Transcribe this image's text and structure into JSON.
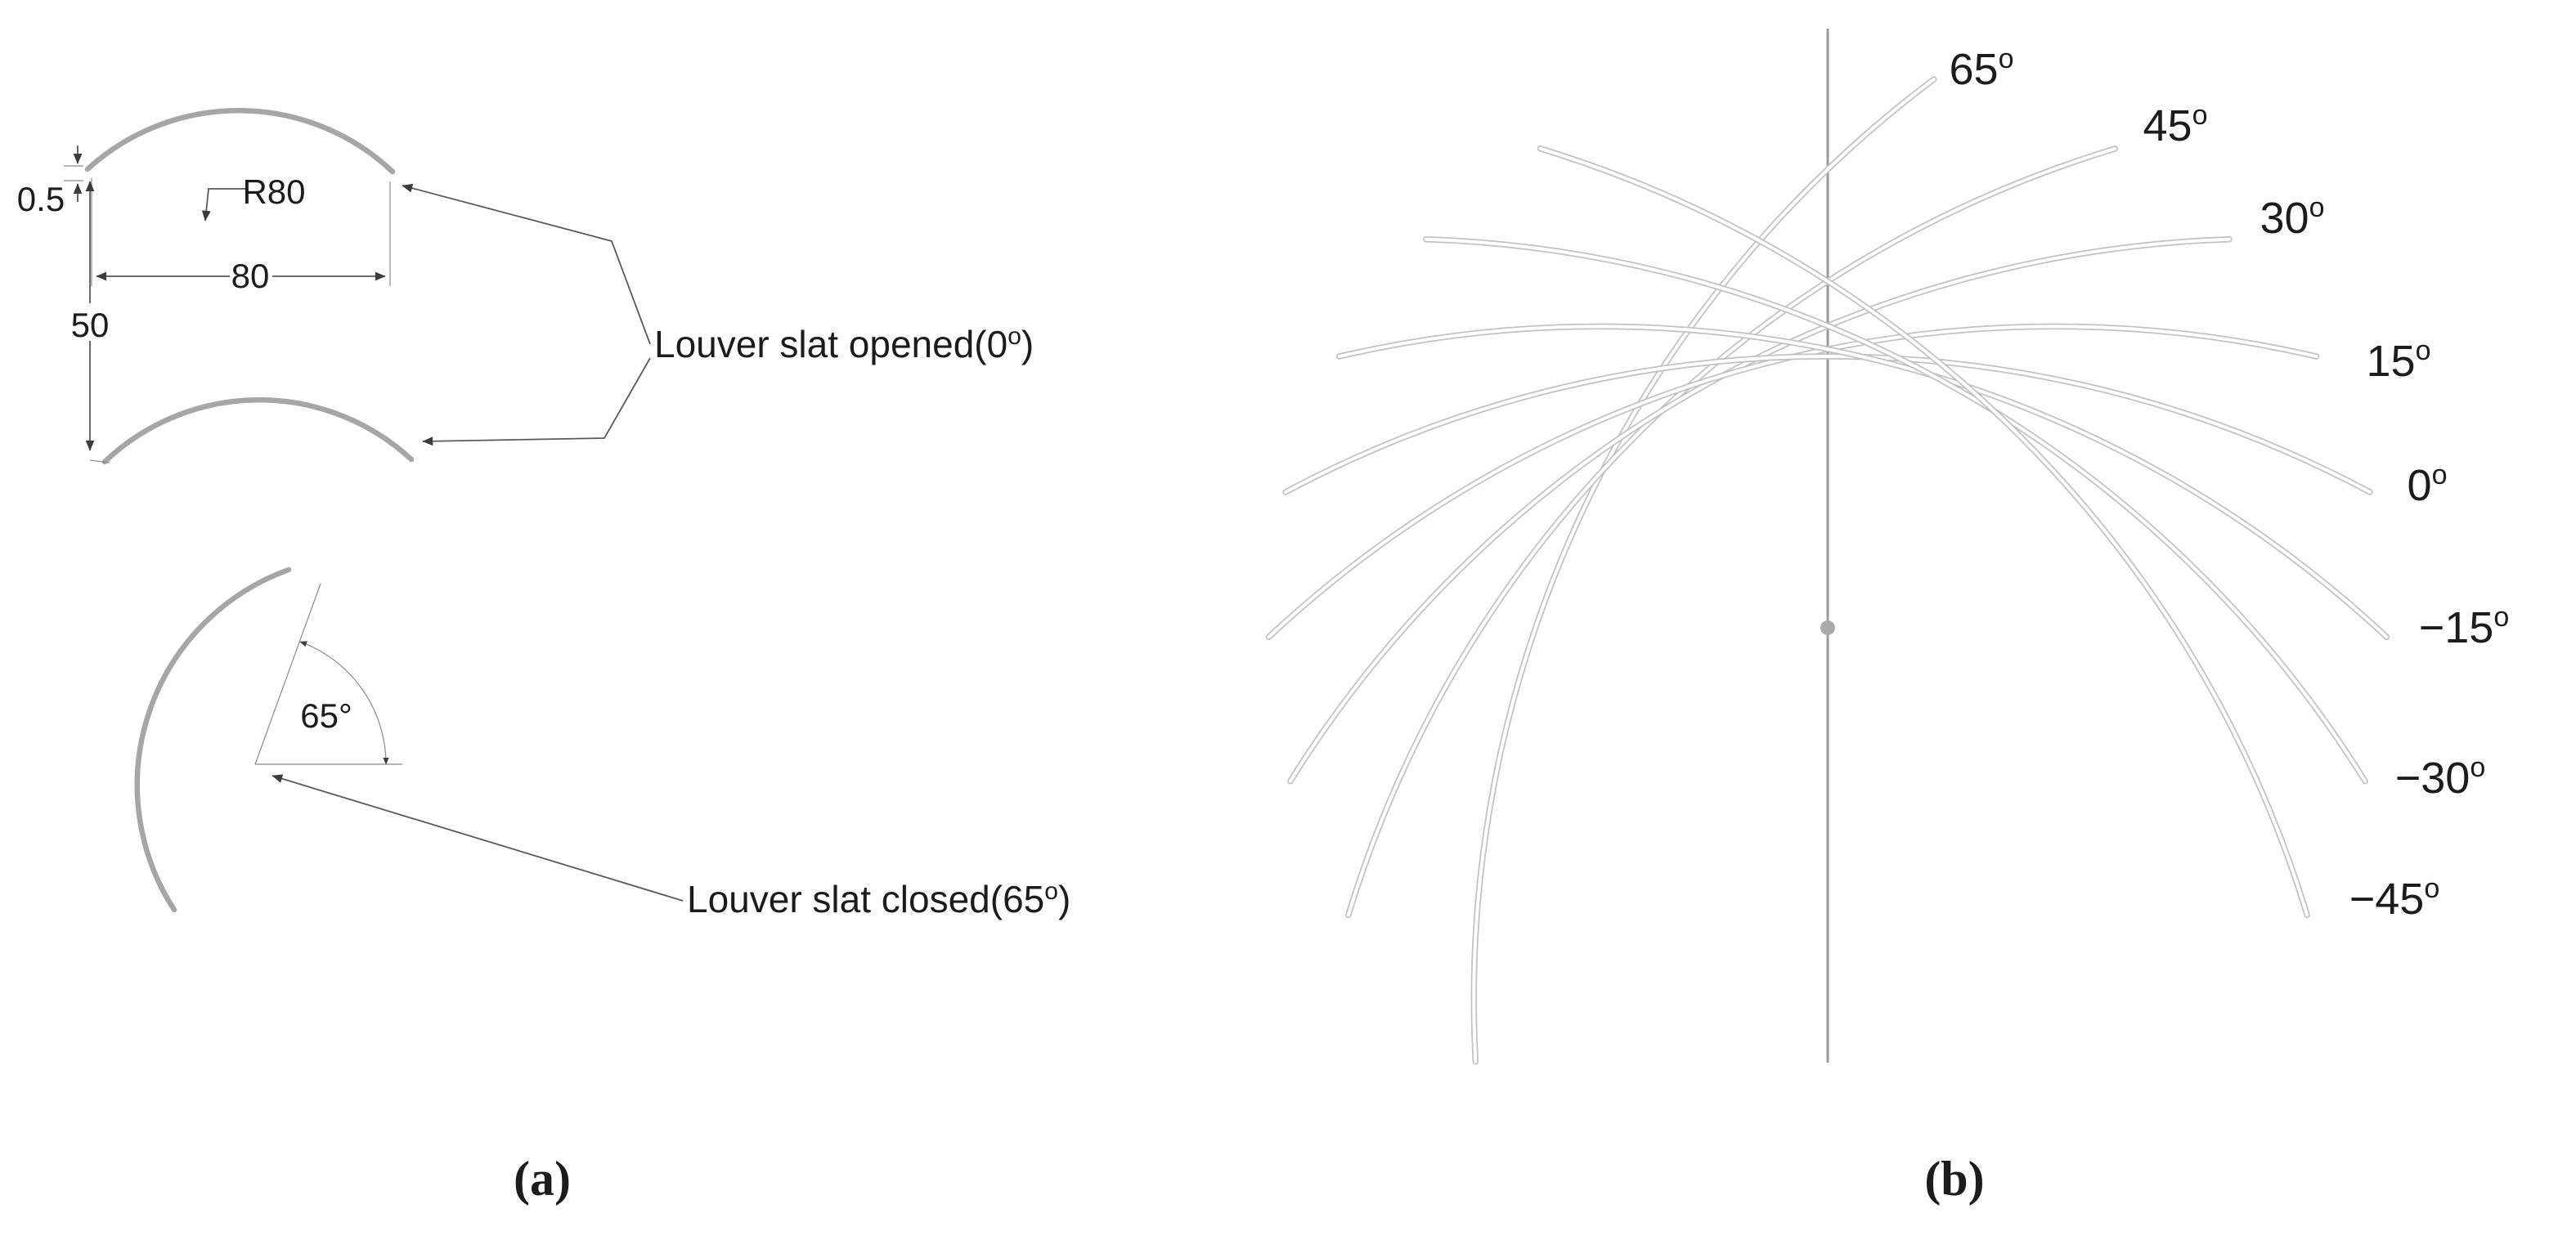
{
  "panel_a": {
    "caption": "(a)",
    "dim_thickness": "0.5",
    "dim_radius": "R80",
    "dim_width": "80",
    "dim_spacing": "50",
    "angle_text": "65°",
    "opened_label": {
      "prefix": "Louver slat opened(0",
      "sup": "o",
      "suffix": ")"
    },
    "closed_label": {
      "prefix": "Louver slat closed(65",
      "sup": "o",
      "suffix": ")"
    }
  },
  "panel_b": {
    "caption": "(b)",
    "slat_angles_deg": [
      65,
      45,
      30,
      15,
      0,
      -15,
      -30,
      -45
    ],
    "angle_labels": [
      {
        "text": "65",
        "sup": "o"
      },
      {
        "text": "45",
        "sup": "o"
      },
      {
        "text": "30",
        "sup": "o"
      },
      {
        "text": "15",
        "sup": "o"
      },
      {
        "text": "0",
        "sup": "o"
      },
      {
        "text": "−15",
        "sup": "o"
      },
      {
        "text": "−30",
        "sup": "o"
      },
      {
        "text": "−45",
        "sup": "o"
      }
    ],
    "label_color": "#e8393d",
    "slat_color": "#c2c2c2",
    "slat_core_color": "#ffffff",
    "axis_color": "#9b9b9b"
  }
}
